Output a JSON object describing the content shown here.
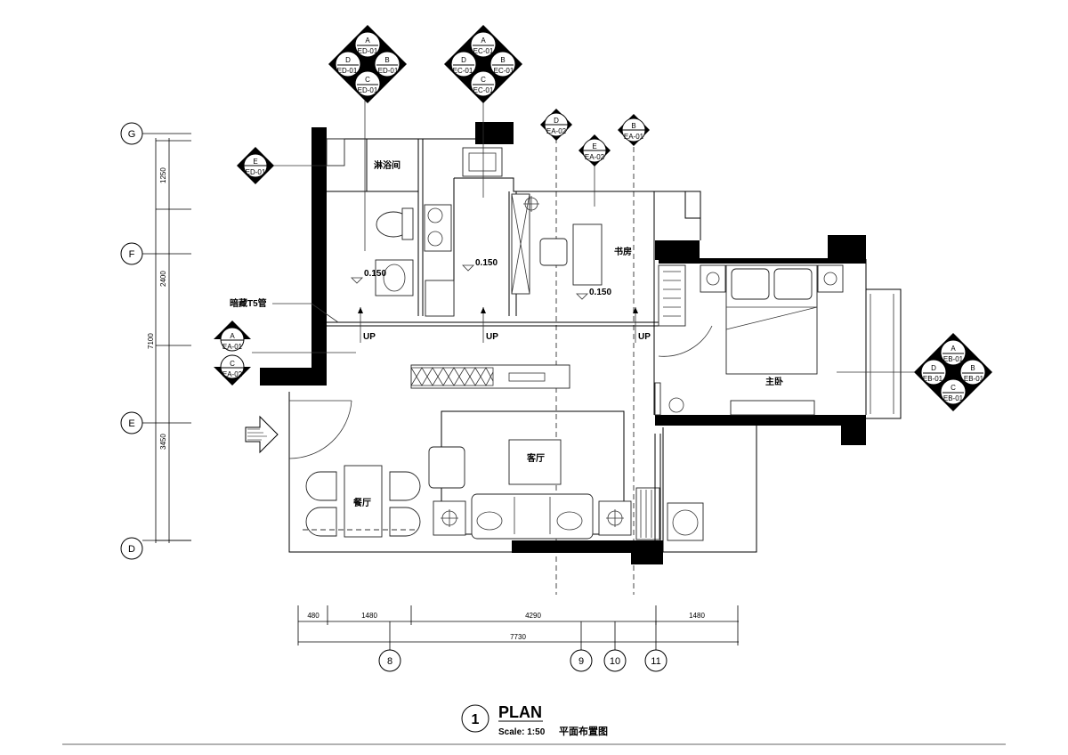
{
  "rooms": {
    "shower": "淋浴间",
    "study": "书房",
    "master_bedroom": "主卧",
    "living_room": "客厅",
    "dining_room": "餐厅"
  },
  "annotations": {
    "hidden_light": "暗藏T5管",
    "level_1": "0.150",
    "level_2": "0.150",
    "level_3": "0.150",
    "up": "UP"
  },
  "grid_axes": {
    "vertical": [
      "G",
      "F",
      "E",
      "D"
    ],
    "horizontal": [
      "8",
      "9",
      "10",
      "11"
    ]
  },
  "dimensions": {
    "left": [
      "1250",
      "2400",
      "3450"
    ],
    "left_total": "7100",
    "bottom": [
      "480",
      "1480",
      "4290",
      "1480"
    ],
    "bottom_total": "7730"
  },
  "symbols": {
    "quad_ed": {
      "a": "A",
      "a_ref": "ED-01",
      "b": "B",
      "b_ref": "ED-01",
      "c": "C",
      "c_ref": "ED-01",
      "d": "D",
      "d_ref": "ED-01"
    },
    "quad_ec": {
      "a": "A",
      "a_ref": "EC-01",
      "b": "B",
      "b_ref": "EC-01",
      "c": "C",
      "c_ref": "EC-01",
      "d": "D",
      "d_ref": "EC-01"
    },
    "quad_eb": {
      "a": "A",
      "a_ref": "EB-01",
      "b": "B",
      "b_ref": "EB-01",
      "c": "C",
      "c_ref": "EB-01",
      "d": "D",
      "d_ref": "EB-01"
    },
    "single_d": {
      "letter": "D",
      "ref": "EA-02"
    },
    "single_b": {
      "letter": "B",
      "ref": "EA-01"
    },
    "single_e_study": {
      "letter": "E",
      "ref": "EA-02"
    },
    "single_e_shower": {
      "letter": "E",
      "ref": "ED-01"
    },
    "single_a_left": {
      "letter": "A",
      "ref": "EA-01"
    },
    "single_c_left": {
      "letter": "C",
      "ref": "EA-02"
    }
  },
  "title_block": {
    "number": "1",
    "title": "PLAN",
    "scale": "Scale: 1:50",
    "subtitle": "平面布置图"
  }
}
